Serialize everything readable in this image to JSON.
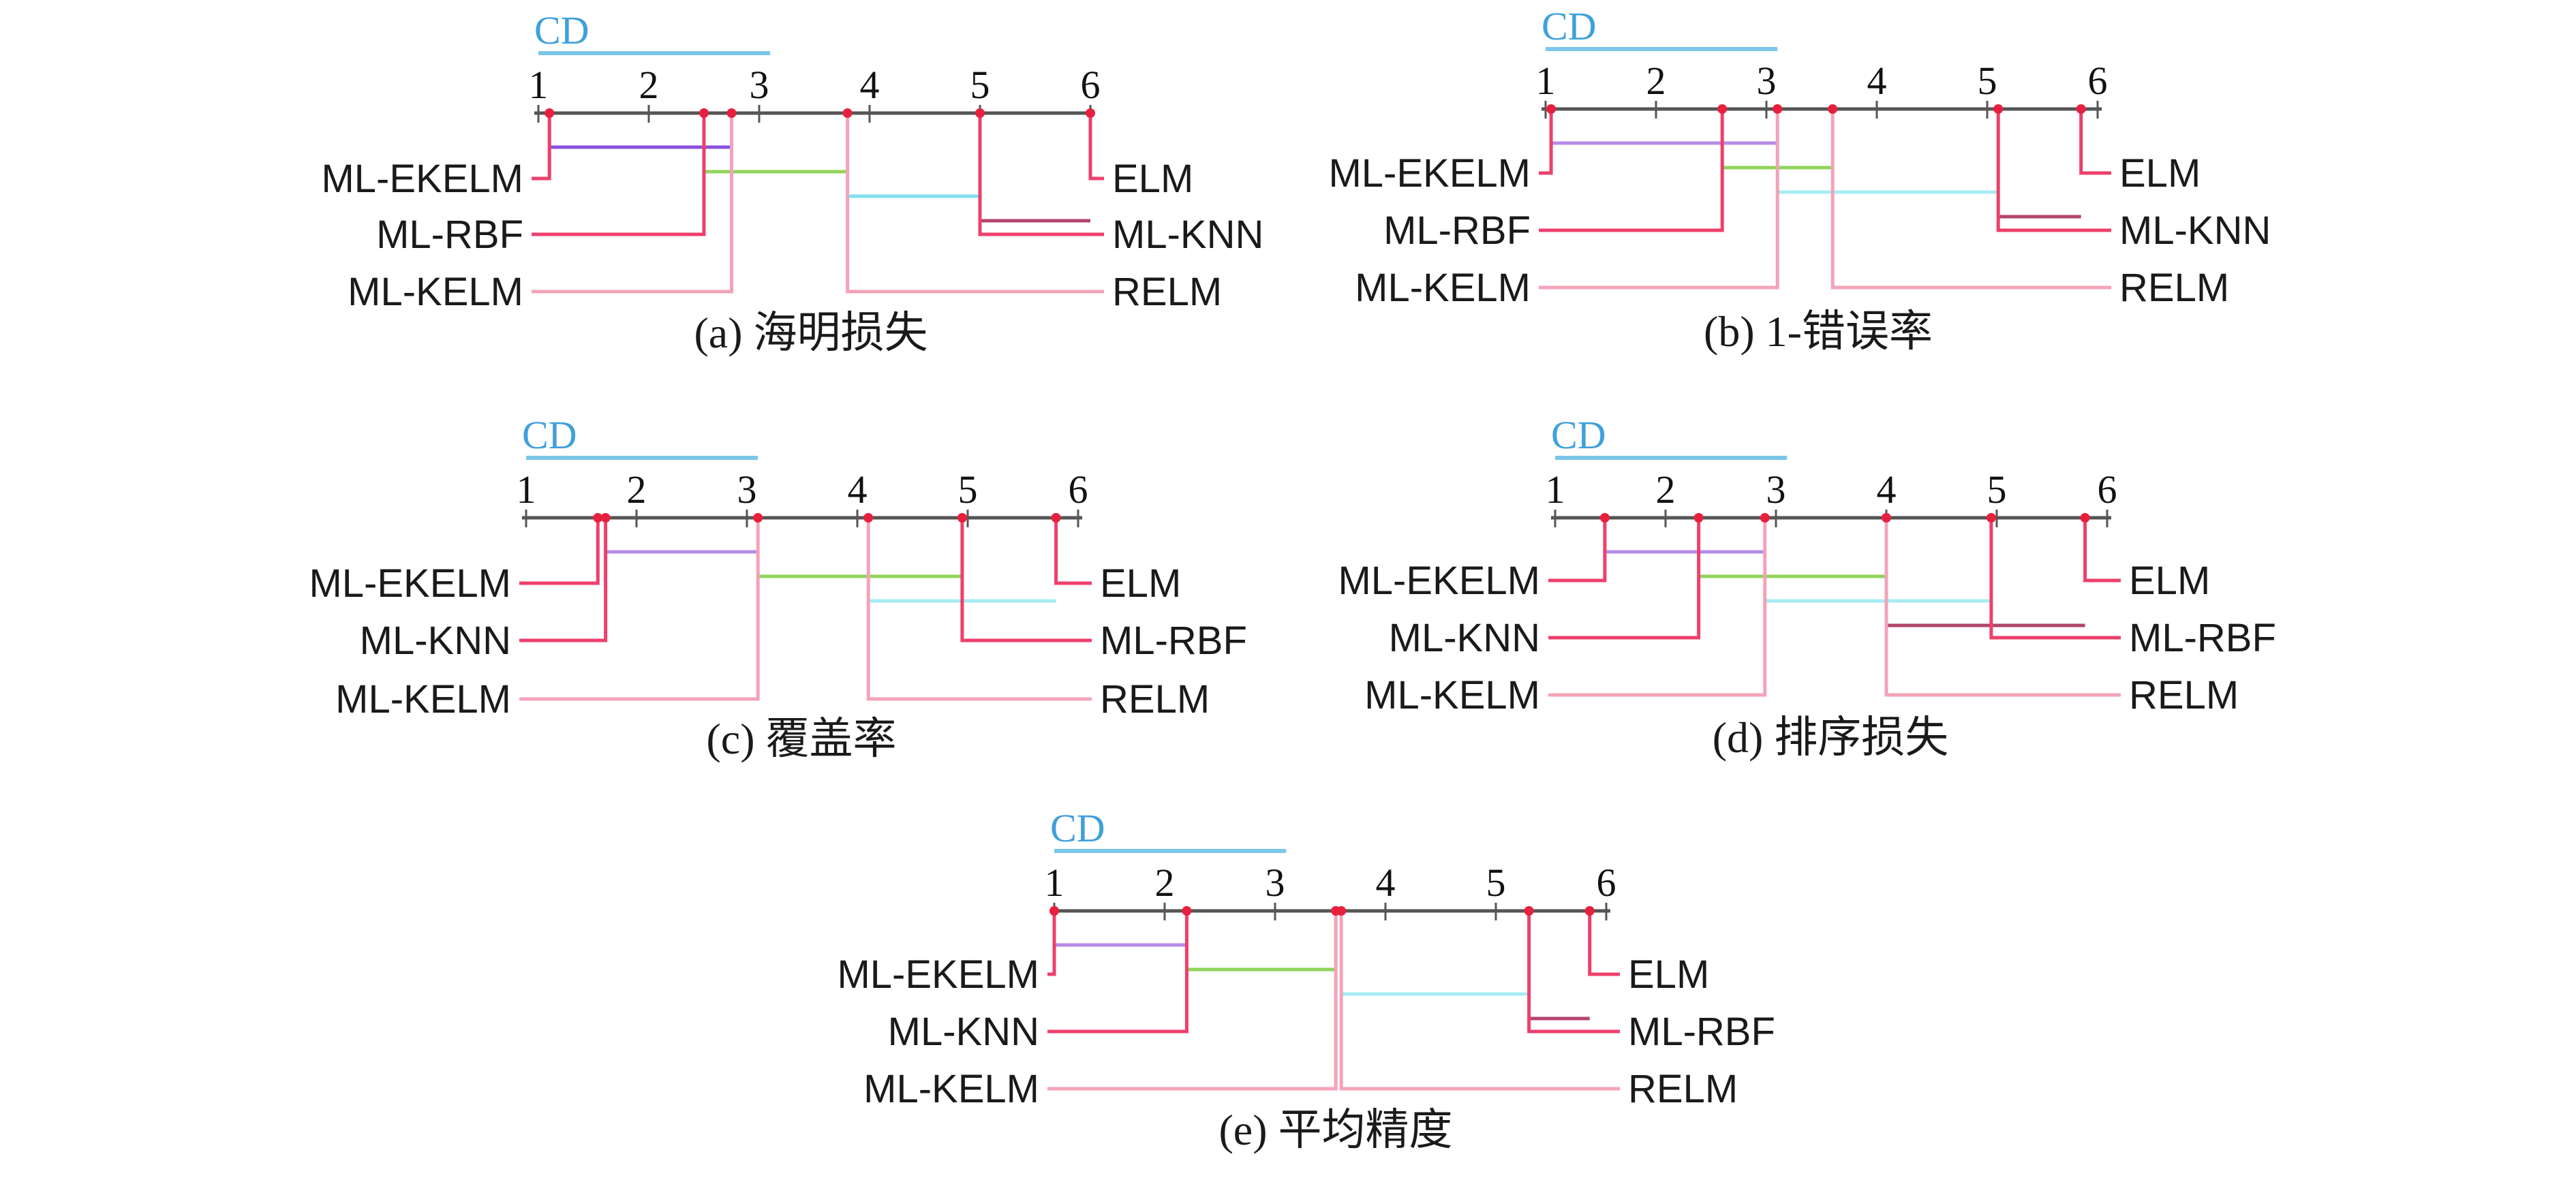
{
  "chart_data": [
    {
      "type": "cd-diagram",
      "caption": "(a) 海明损失",
      "cd_label": "CD",
      "cd": 2.1,
      "axis_ticks": [
        1,
        2,
        3,
        4,
        5,
        6
      ],
      "xlim": [
        1,
        6
      ],
      "methods": [
        {
          "name": "ML-EKELM",
          "rank": 1.1,
          "side": "left"
        },
        {
          "name": "ML-RBF",
          "rank": 2.5,
          "side": "left"
        },
        {
          "name": "ML-KELM",
          "rank": 2.75,
          "side": "left"
        },
        {
          "name": "RELM",
          "rank": 3.8,
          "side": "right"
        },
        {
          "name": "ML-KNN",
          "rank": 5.0,
          "side": "right"
        },
        {
          "name": "ELM",
          "rank": 6.0,
          "side": "right"
        }
      ],
      "groups": [
        {
          "from": 1.1,
          "to": 2.75,
          "color": "#8a4fe0"
        },
        {
          "from": 2.5,
          "to": 3.8,
          "color": "#8fd45a"
        },
        {
          "from": 3.8,
          "to": 5.0,
          "color": "#7fe0ef"
        },
        {
          "from": 5.0,
          "to": 6.0,
          "color": "#b2456e"
        }
      ]
    },
    {
      "type": "cd-diagram",
      "caption": "(b) 1-错误率",
      "cd_label": "CD",
      "cd": 2.1,
      "axis_ticks": [
        1,
        2,
        3,
        4,
        5,
        6
      ],
      "xlim": [
        1,
        6
      ],
      "methods": [
        {
          "name": "ML-EKELM",
          "rank": 1.05,
          "side": "left"
        },
        {
          "name": "ML-RBF",
          "rank": 2.6,
          "side": "left"
        },
        {
          "name": "ML-KELM",
          "rank": 3.1,
          "side": "left"
        },
        {
          "name": "RELM",
          "rank": 3.6,
          "side": "right"
        },
        {
          "name": "ML-KNN",
          "rank": 5.1,
          "side": "right"
        },
        {
          "name": "ELM",
          "rank": 5.85,
          "side": "right"
        }
      ],
      "groups": [
        {
          "from": 1.05,
          "to": 3.1,
          "color": "#b58ce8"
        },
        {
          "from": 2.6,
          "to": 3.6,
          "color": "#8fd45a"
        },
        {
          "from": 3.1,
          "to": 5.1,
          "color": "#a6ecf5"
        },
        {
          "from": 5.1,
          "to": 5.85,
          "color": "#b2456e"
        }
      ]
    },
    {
      "type": "cd-diagram",
      "caption": "(c) 覆盖率",
      "cd_label": "CD",
      "cd": 2.1,
      "axis_ticks": [
        1,
        2,
        3,
        4,
        5,
        6
      ],
      "xlim": [
        1,
        6
      ],
      "methods": [
        {
          "name": "ML-EKELM",
          "rank": 1.65,
          "side": "left"
        },
        {
          "name": "ML-KNN",
          "rank": 1.72,
          "side": "left"
        },
        {
          "name": "ML-KELM",
          "rank": 3.1,
          "side": "left"
        },
        {
          "name": "RELM",
          "rank": 4.1,
          "side": "right"
        },
        {
          "name": "ML-RBF",
          "rank": 4.95,
          "side": "right"
        },
        {
          "name": "ELM",
          "rank": 5.8,
          "side": "right"
        }
      ],
      "groups": [
        {
          "from": 1.72,
          "to": 3.1,
          "color": "#b58ce8"
        },
        {
          "from": 3.1,
          "to": 4.95,
          "color": "#8fd45a"
        },
        {
          "from": 4.1,
          "to": 5.8,
          "color": "#a6ecf5"
        }
      ]
    },
    {
      "type": "cd-diagram",
      "caption": "(d) 排序损失",
      "cd_label": "CD",
      "cd": 2.1,
      "axis_ticks": [
        1,
        2,
        3,
        4,
        5,
        6
      ],
      "xlim": [
        1,
        6
      ],
      "methods": [
        {
          "name": "ML-EKELM",
          "rank": 1.45,
          "side": "left"
        },
        {
          "name": "ML-KNN",
          "rank": 2.3,
          "side": "left"
        },
        {
          "name": "ML-KELM",
          "rank": 2.9,
          "side": "left"
        },
        {
          "name": "RELM",
          "rank": 4.0,
          "side": "right"
        },
        {
          "name": "ML-RBF",
          "rank": 4.95,
          "side": "right"
        },
        {
          "name": "ELM",
          "rank": 5.8,
          "side": "right"
        }
      ],
      "groups": [
        {
          "from": 1.45,
          "to": 2.9,
          "color": "#b58ce8"
        },
        {
          "from": 2.3,
          "to": 4.0,
          "color": "#8fd45a"
        },
        {
          "from": 2.9,
          "to": 4.95,
          "color": "#a6ecf5"
        },
        {
          "from": 4.0,
          "to": 5.8,
          "color": "#b2456e"
        }
      ]
    },
    {
      "type": "cd-diagram",
      "caption": "(e) 平均精度",
      "cd_label": "CD",
      "cd": 2.1,
      "axis_ticks": [
        1,
        2,
        3,
        4,
        5,
        6
      ],
      "xlim": [
        1,
        6
      ],
      "methods": [
        {
          "name": "ML-EKELM",
          "rank": 1.0,
          "side": "left"
        },
        {
          "name": "ML-KNN",
          "rank": 2.2,
          "side": "left"
        },
        {
          "name": "ML-KELM",
          "rank": 3.55,
          "side": "left"
        },
        {
          "name": "RELM",
          "rank": 3.6,
          "side": "right"
        },
        {
          "name": "ML-RBF",
          "rank": 5.3,
          "side": "right"
        },
        {
          "name": "ELM",
          "rank": 5.85,
          "side": "right"
        }
      ],
      "groups": [
        {
          "from": 1.0,
          "to": 2.2,
          "color": "#b58ce8"
        },
        {
          "from": 2.2,
          "to": 3.55,
          "color": "#8fd45a"
        },
        {
          "from": 3.6,
          "to": 5.3,
          "color": "#a6ecf5"
        },
        {
          "from": 5.3,
          "to": 5.85,
          "color": "#b2456e"
        }
      ]
    }
  ],
  "colors": {
    "axis": "#555555",
    "connector": "#ee3f6b",
    "connector_light": "#f3a3b8",
    "cd_bar": "#7cc6ea",
    "cd_text": "#3fa0dc",
    "rank_marker": "#e8203e"
  }
}
